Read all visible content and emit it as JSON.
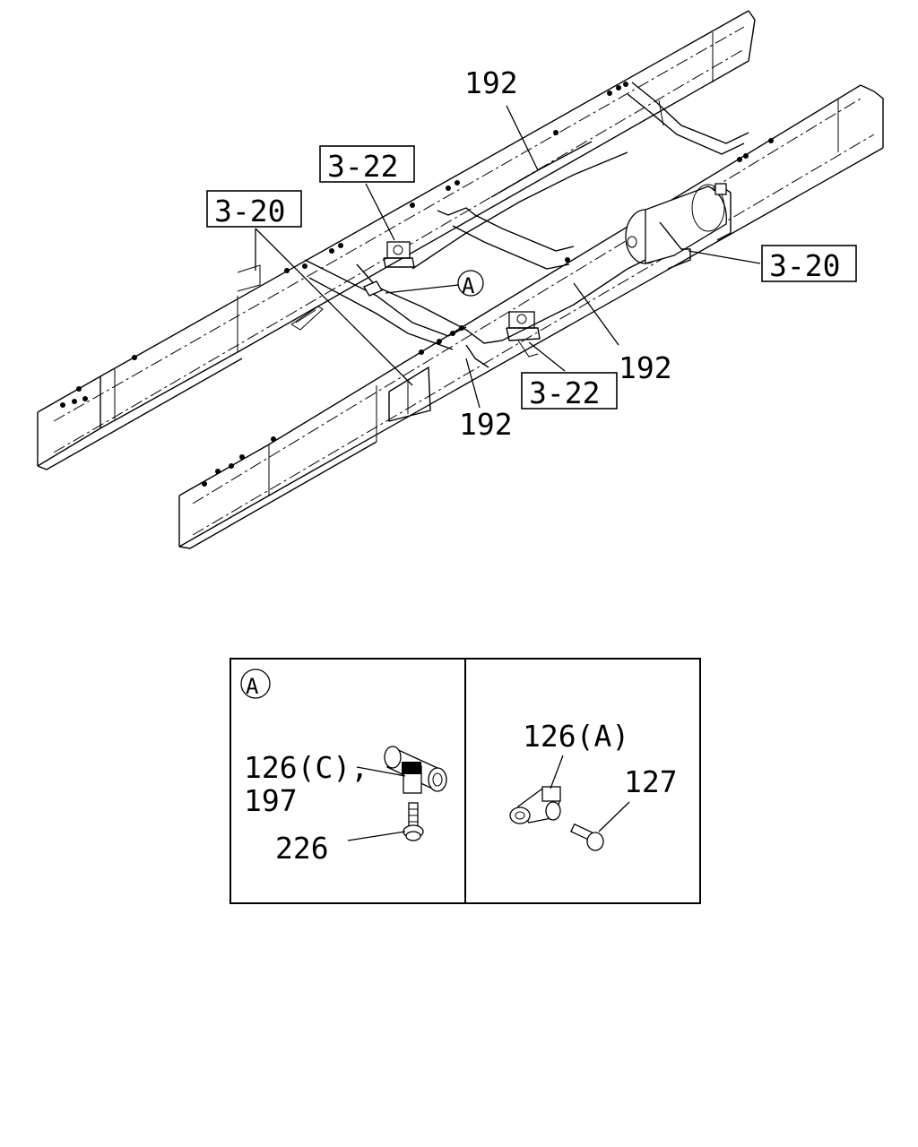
{
  "main_view": {
    "callouts": {
      "tube_top": "192",
      "tube_right": "192",
      "tube_bottom": "192",
      "ref_bracket_top": "3-22",
      "ref_bracket_bottom": "3-22",
      "ref_tank_left": "3-20",
      "ref_tank_right": "3-20",
      "detail_marker": "A"
    }
  },
  "detail_a": {
    "marker": "A",
    "left_panel": {
      "part_a": "126(C),",
      "part_b": "197",
      "bolt": "226"
    },
    "right_panel": {
      "connector": "126(A)",
      "bolt": "127"
    }
  }
}
